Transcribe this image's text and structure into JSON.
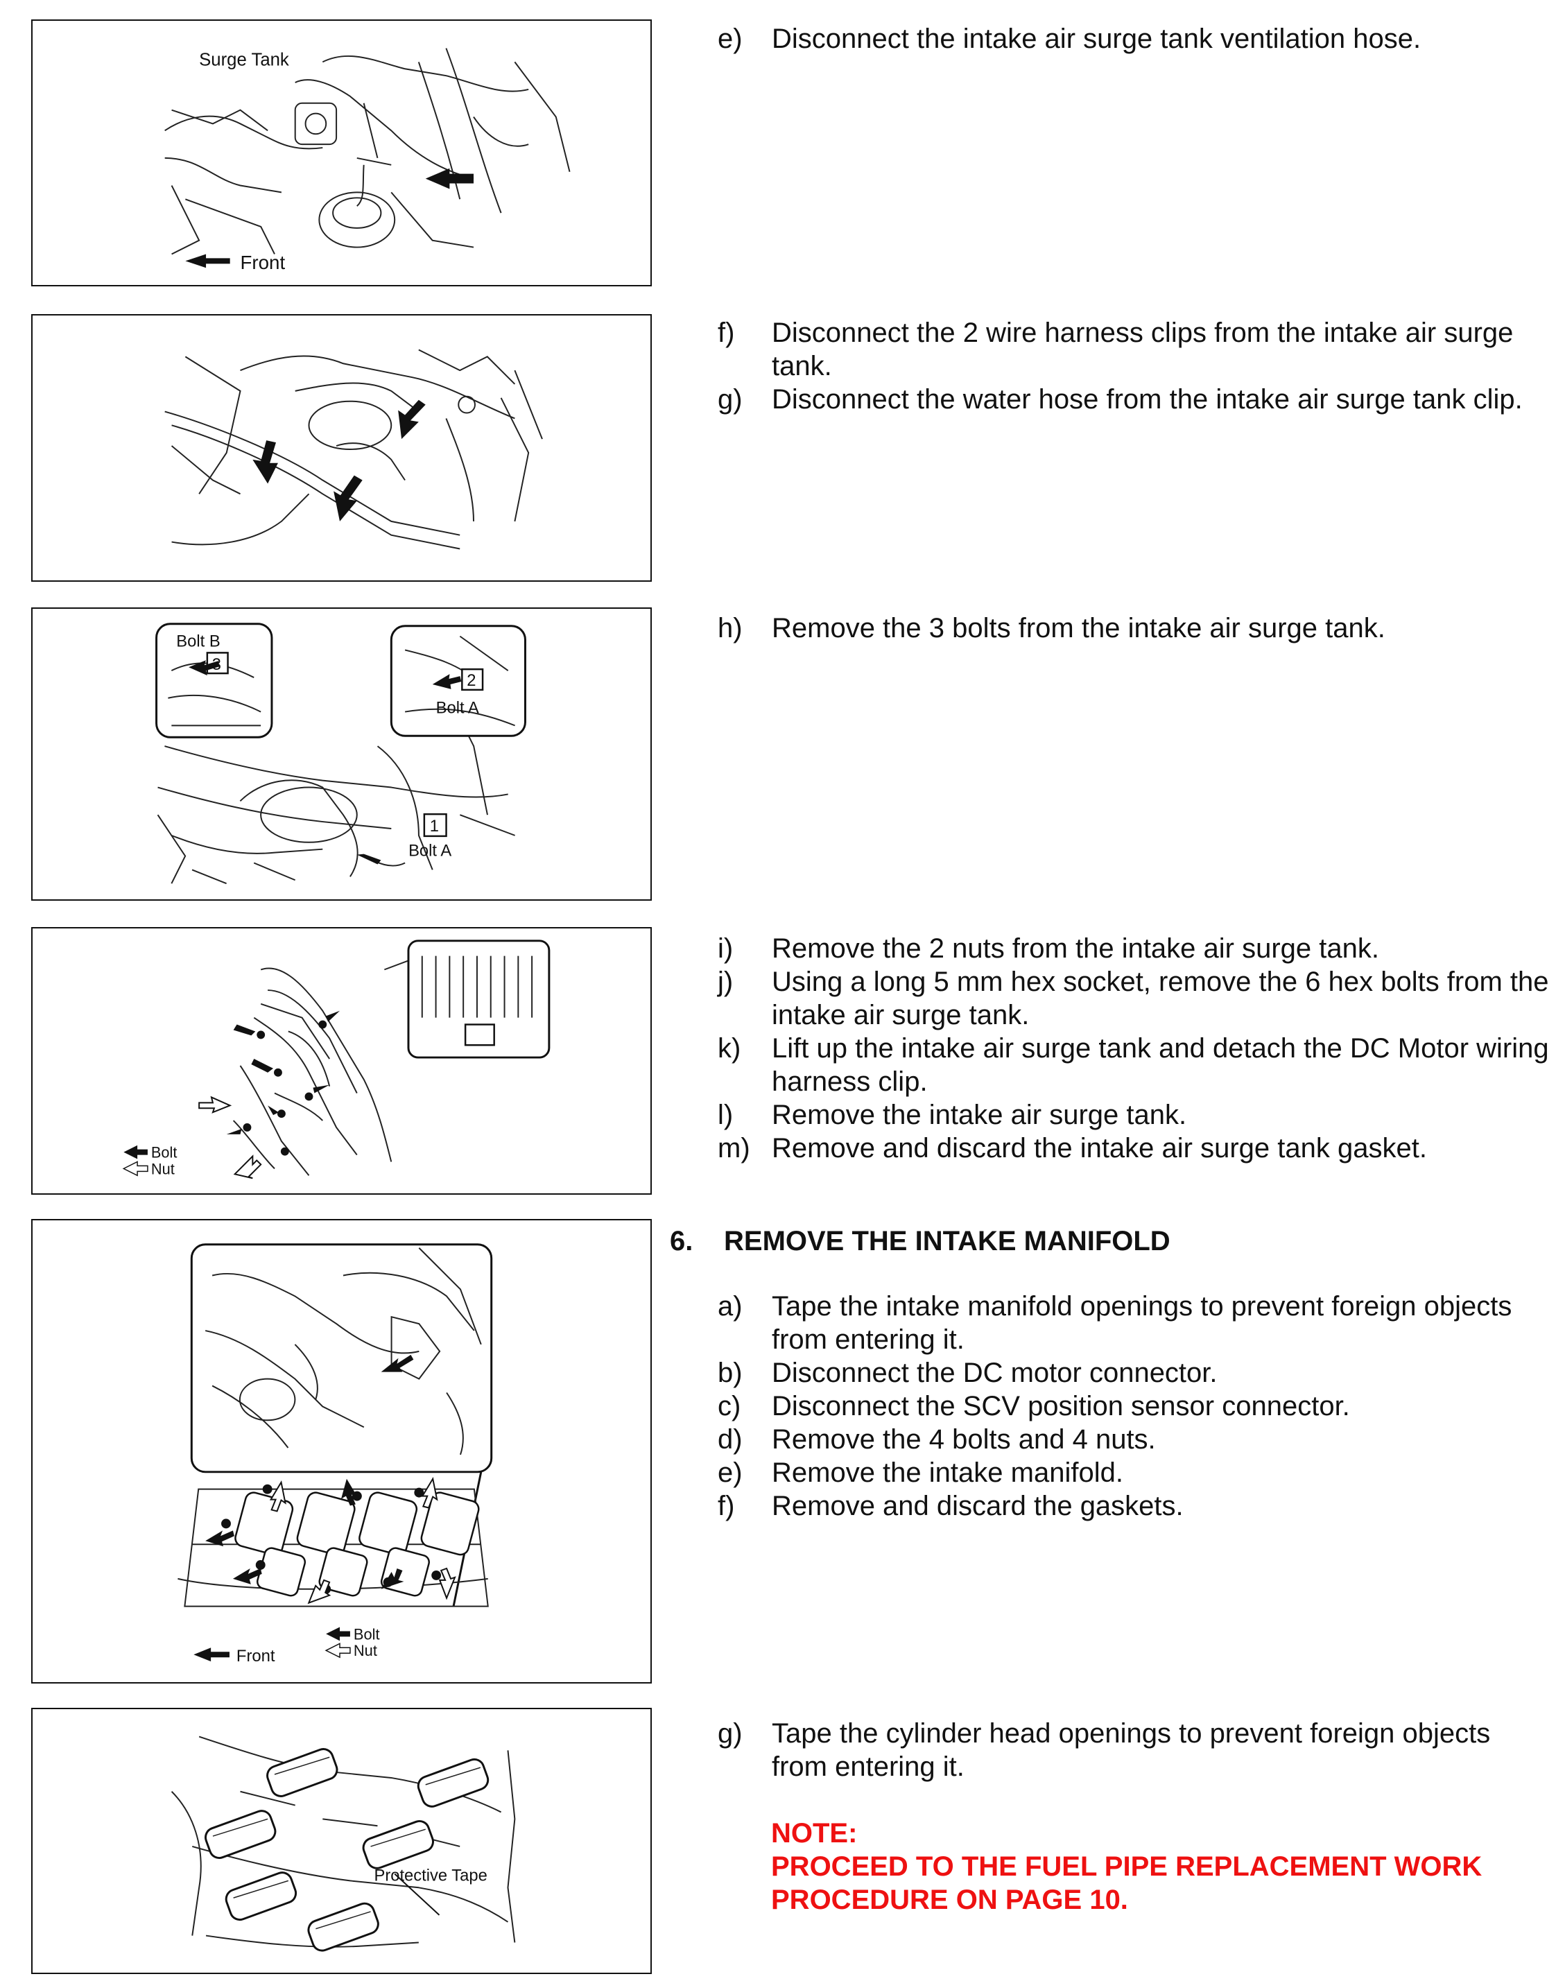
{
  "figures": [
    {
      "labels": {
        "surge_tank": "Surge Tank",
        "front": "Front"
      }
    },
    {
      "labels": {}
    },
    {
      "labels": {
        "bolt_b": "Bolt B",
        "n3": "3",
        "n2": "2",
        "bolt_a_top": "Bolt A",
        "n1": "1",
        "bolt_a_bottom": "Bolt A"
      }
    },
    {
      "labels": {
        "bolt": "Bolt",
        "nut": "Nut"
      }
    },
    {
      "labels": {
        "bolt": "Bolt",
        "nut": "Nut",
        "front": "Front"
      }
    },
    {
      "labels": {
        "protective_tape": "Protective Tape"
      }
    }
  ],
  "steps": [
    {
      "label": "e)",
      "text": "Disconnect the intake air surge tank ventilation hose."
    },
    {
      "label": "f)",
      "text": "Disconnect the 2 wire harness clips from the intake air surge tank."
    },
    {
      "label": "g)",
      "text": "Disconnect the water hose from the intake air surge tank clip."
    },
    {
      "label": "h)",
      "text": "Remove the 3 bolts from the intake air surge tank."
    },
    {
      "label": "i)",
      "text": "Remove the 2 nuts from the intake air surge tank."
    },
    {
      "label": "j)",
      "text": "Using a long 5 mm hex socket, remove the 6 hex bolts from the intake air surge tank."
    },
    {
      "label": "k)",
      "text": "Lift up the intake air surge tank and detach the DC Motor wiring harness clip."
    },
    {
      "label": "l)",
      "text": "Remove the intake air surge tank."
    },
    {
      "label": "m)",
      "text": "Remove and discard the intake air surge tank gasket."
    }
  ],
  "section": {
    "number": "6.",
    "title": "REMOVE THE INTAKE MANIFOLD"
  },
  "section_steps": [
    {
      "label": "a)",
      "text": "Tape the intake manifold openings to prevent foreign objects from entering it."
    },
    {
      "label": "b)",
      "text": "Disconnect the DC motor connector."
    },
    {
      "label": "c)",
      "text": "Disconnect the SCV position sensor connector."
    },
    {
      "label": "d)",
      "text": "Remove the 4 bolts and 4 nuts."
    },
    {
      "label": "e)",
      "text": "Remove the intake manifold."
    },
    {
      "label": "f)",
      "text": "Remove and discard the gaskets."
    },
    {
      "label": "g)",
      "text": "Tape the cylinder head openings to prevent foreign objects from entering it."
    }
  ],
  "note": {
    "label": "NOTE:",
    "text": "PROCEED TO THE FUEL PIPE REPLACEMENT WORK PROCEDURE ON PAGE 10."
  },
  "colors": {
    "note_red": "#ee1111",
    "ink": "#111111"
  }
}
